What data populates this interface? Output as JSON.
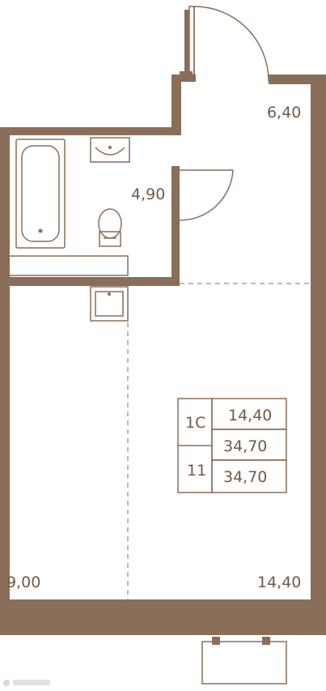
{
  "rooms": {
    "balcony": "6,40",
    "bathroom": "4,90",
    "kitchen": "9,00",
    "living": "14,40"
  },
  "summary": {
    "type": "1С",
    "living_area": "14,40",
    "total_area": "34,70",
    "floor": "11",
    "total_area_2": "34,70"
  },
  "colors": {
    "wall": "#8a6e59",
    "text": "#6f5a4a"
  }
}
